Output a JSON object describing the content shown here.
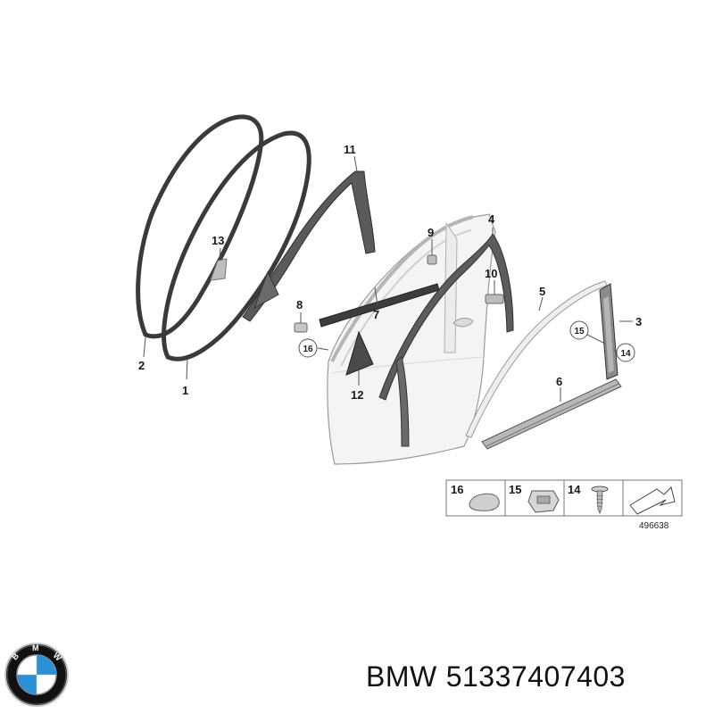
{
  "callouts": {
    "c1": "1",
    "c2": "2",
    "c3": "3",
    "c4": "4",
    "c5": "5",
    "c6": "6",
    "c7": "7",
    "c8": "8",
    "c9": "9",
    "c10": "10",
    "c11": "11",
    "c12": "12",
    "c13": "13",
    "c14": "14",
    "c15": "15",
    "c16": "16"
  },
  "legend": {
    "items": [
      "16",
      "15",
      "14"
    ],
    "reference": "496638"
  },
  "brand": {
    "logo_text": "BMW",
    "name": "BMW",
    "part_number": "51337407403"
  },
  "colors": {
    "seal": "#3a3a3a",
    "door_fill": "#f4f4f4",
    "outline": "#9a9a9a",
    "logo_blue": "#2d8fd5"
  }
}
